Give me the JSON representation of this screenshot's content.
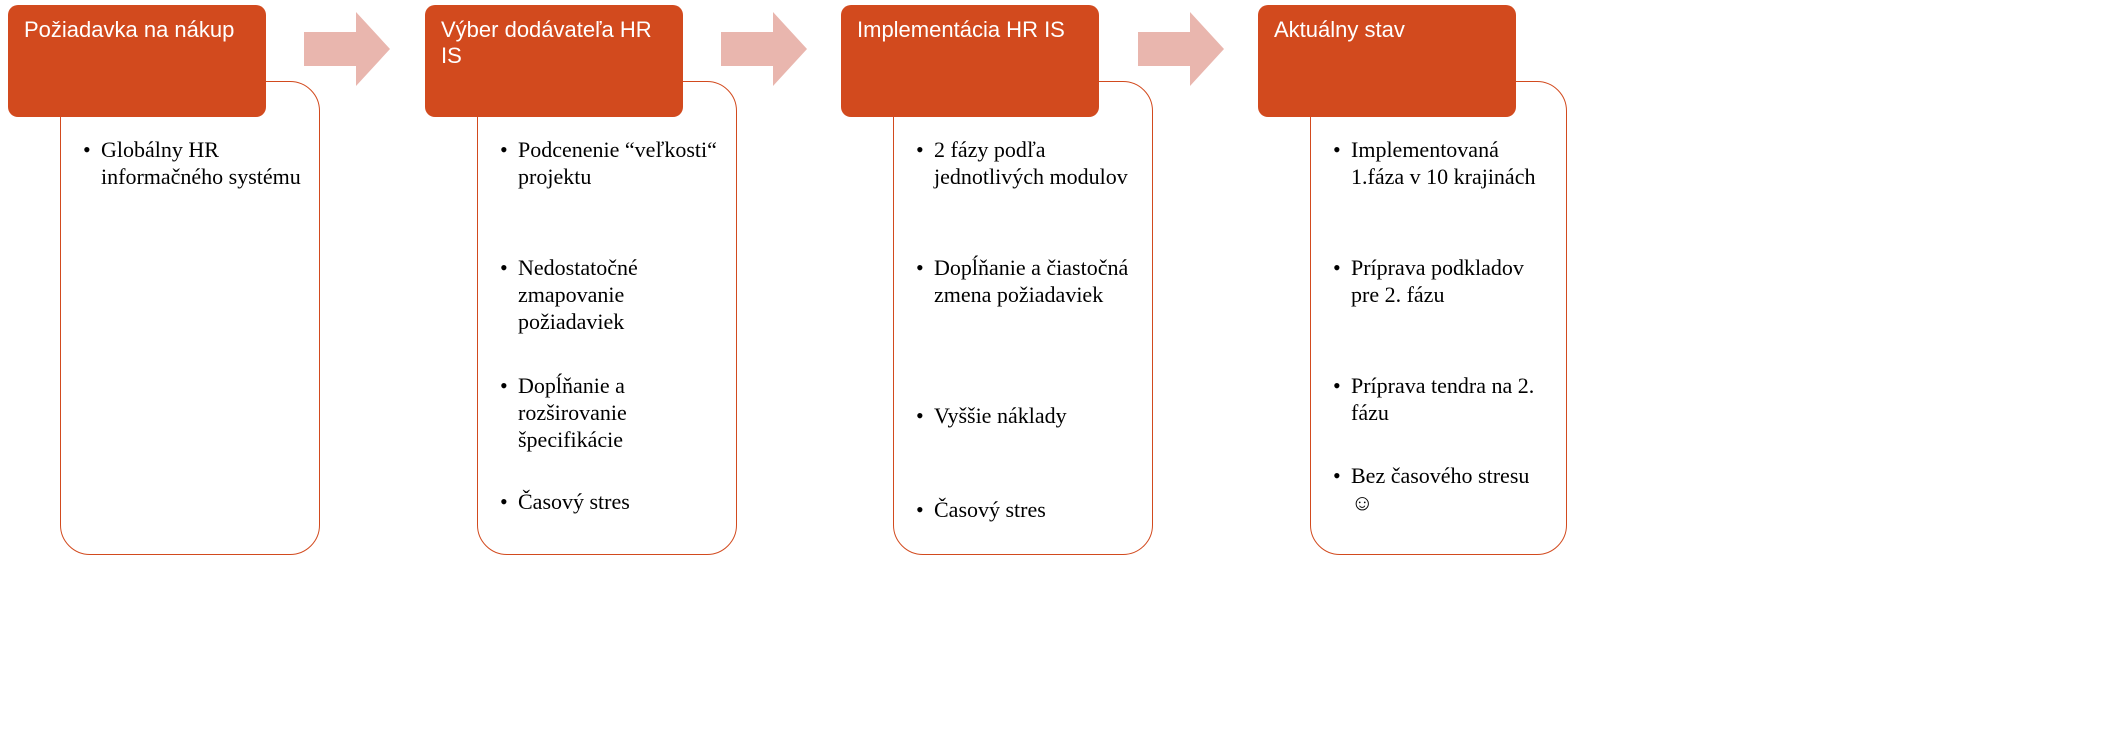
{
  "colors": {
    "accent": "#d24a1e",
    "arrow": "#e9b6ae"
  },
  "stages": [
    {
      "title": "Požiadavka na nákup",
      "items": [
        "Globálny HR informačného systému"
      ]
    },
    {
      "title": "Výber dodávateľa HR IS",
      "items": [
        "Podcenenie “veľkosti“ projektu",
        "Nedostatočné zmapovanie požiadaviek",
        "Dopĺňanie a rozširovanie špecifikácie",
        "Časový stres"
      ]
    },
    {
      "title": "Implementácia HR IS",
      "items": [
        "2 fázy podľa jednotlivých modulov",
        "Dopĺňanie a čiastočná zmena požiadaviek",
        "Vyššie náklady",
        "Časový stres"
      ]
    },
    {
      "title": "Aktuálny stav",
      "items": [
        "Implementovaná 1.fáza v 10 krajinách",
        "Príprava podkladov pre 2. fázu",
        "Príprava tendra na 2. fázu",
        "Bez časového stresu ☺"
      ]
    }
  ]
}
